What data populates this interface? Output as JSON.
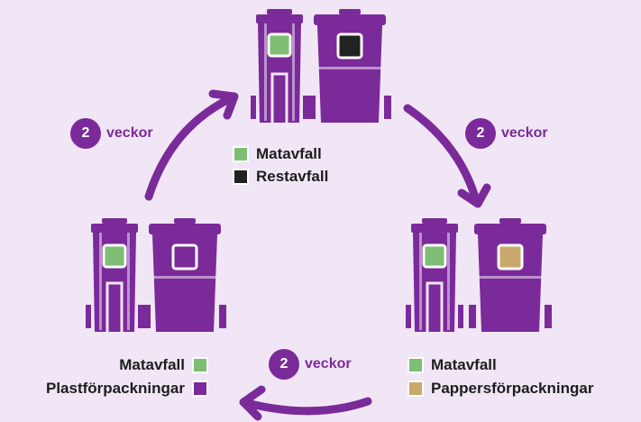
{
  "colors": {
    "background": "#f1e6f5",
    "bin_purple": "#7b2a99",
    "matavfall": "#7dbe74",
    "restavfall": "#222222",
    "plastforpackningar": "#7b2a99",
    "pappersforpackningar": "#c8a86c"
  },
  "stations": {
    "top": {
      "small_bin_color": "#7dbe74",
      "large_bin_color": "#222222",
      "legend": [
        {
          "label": "Matavfall",
          "color": "#7dbe74"
        },
        {
          "label": "Restavfall",
          "color": "#222222"
        }
      ]
    },
    "right": {
      "small_bin_color": "#7dbe74",
      "large_bin_color": "#c8a86c",
      "legend": [
        {
          "label": "Matavfall",
          "color": "#7dbe74"
        },
        {
          "label": "Pappersförpackningar",
          "color": "#c8a86c"
        }
      ]
    },
    "left": {
      "small_bin_color": "#7dbe74",
      "large_bin_color": "#7b2a99",
      "legend": [
        {
          "label": "Matavfall",
          "color": "#7dbe74"
        },
        {
          "label": "Plastförpackningar",
          "color": "#7b2a99"
        }
      ]
    }
  },
  "intervals": {
    "top_left": {
      "number": "2",
      "unit": "veckor"
    },
    "top_right": {
      "number": "2",
      "unit": "veckor"
    },
    "bottom": {
      "number": "2",
      "unit": "veckor"
    }
  }
}
